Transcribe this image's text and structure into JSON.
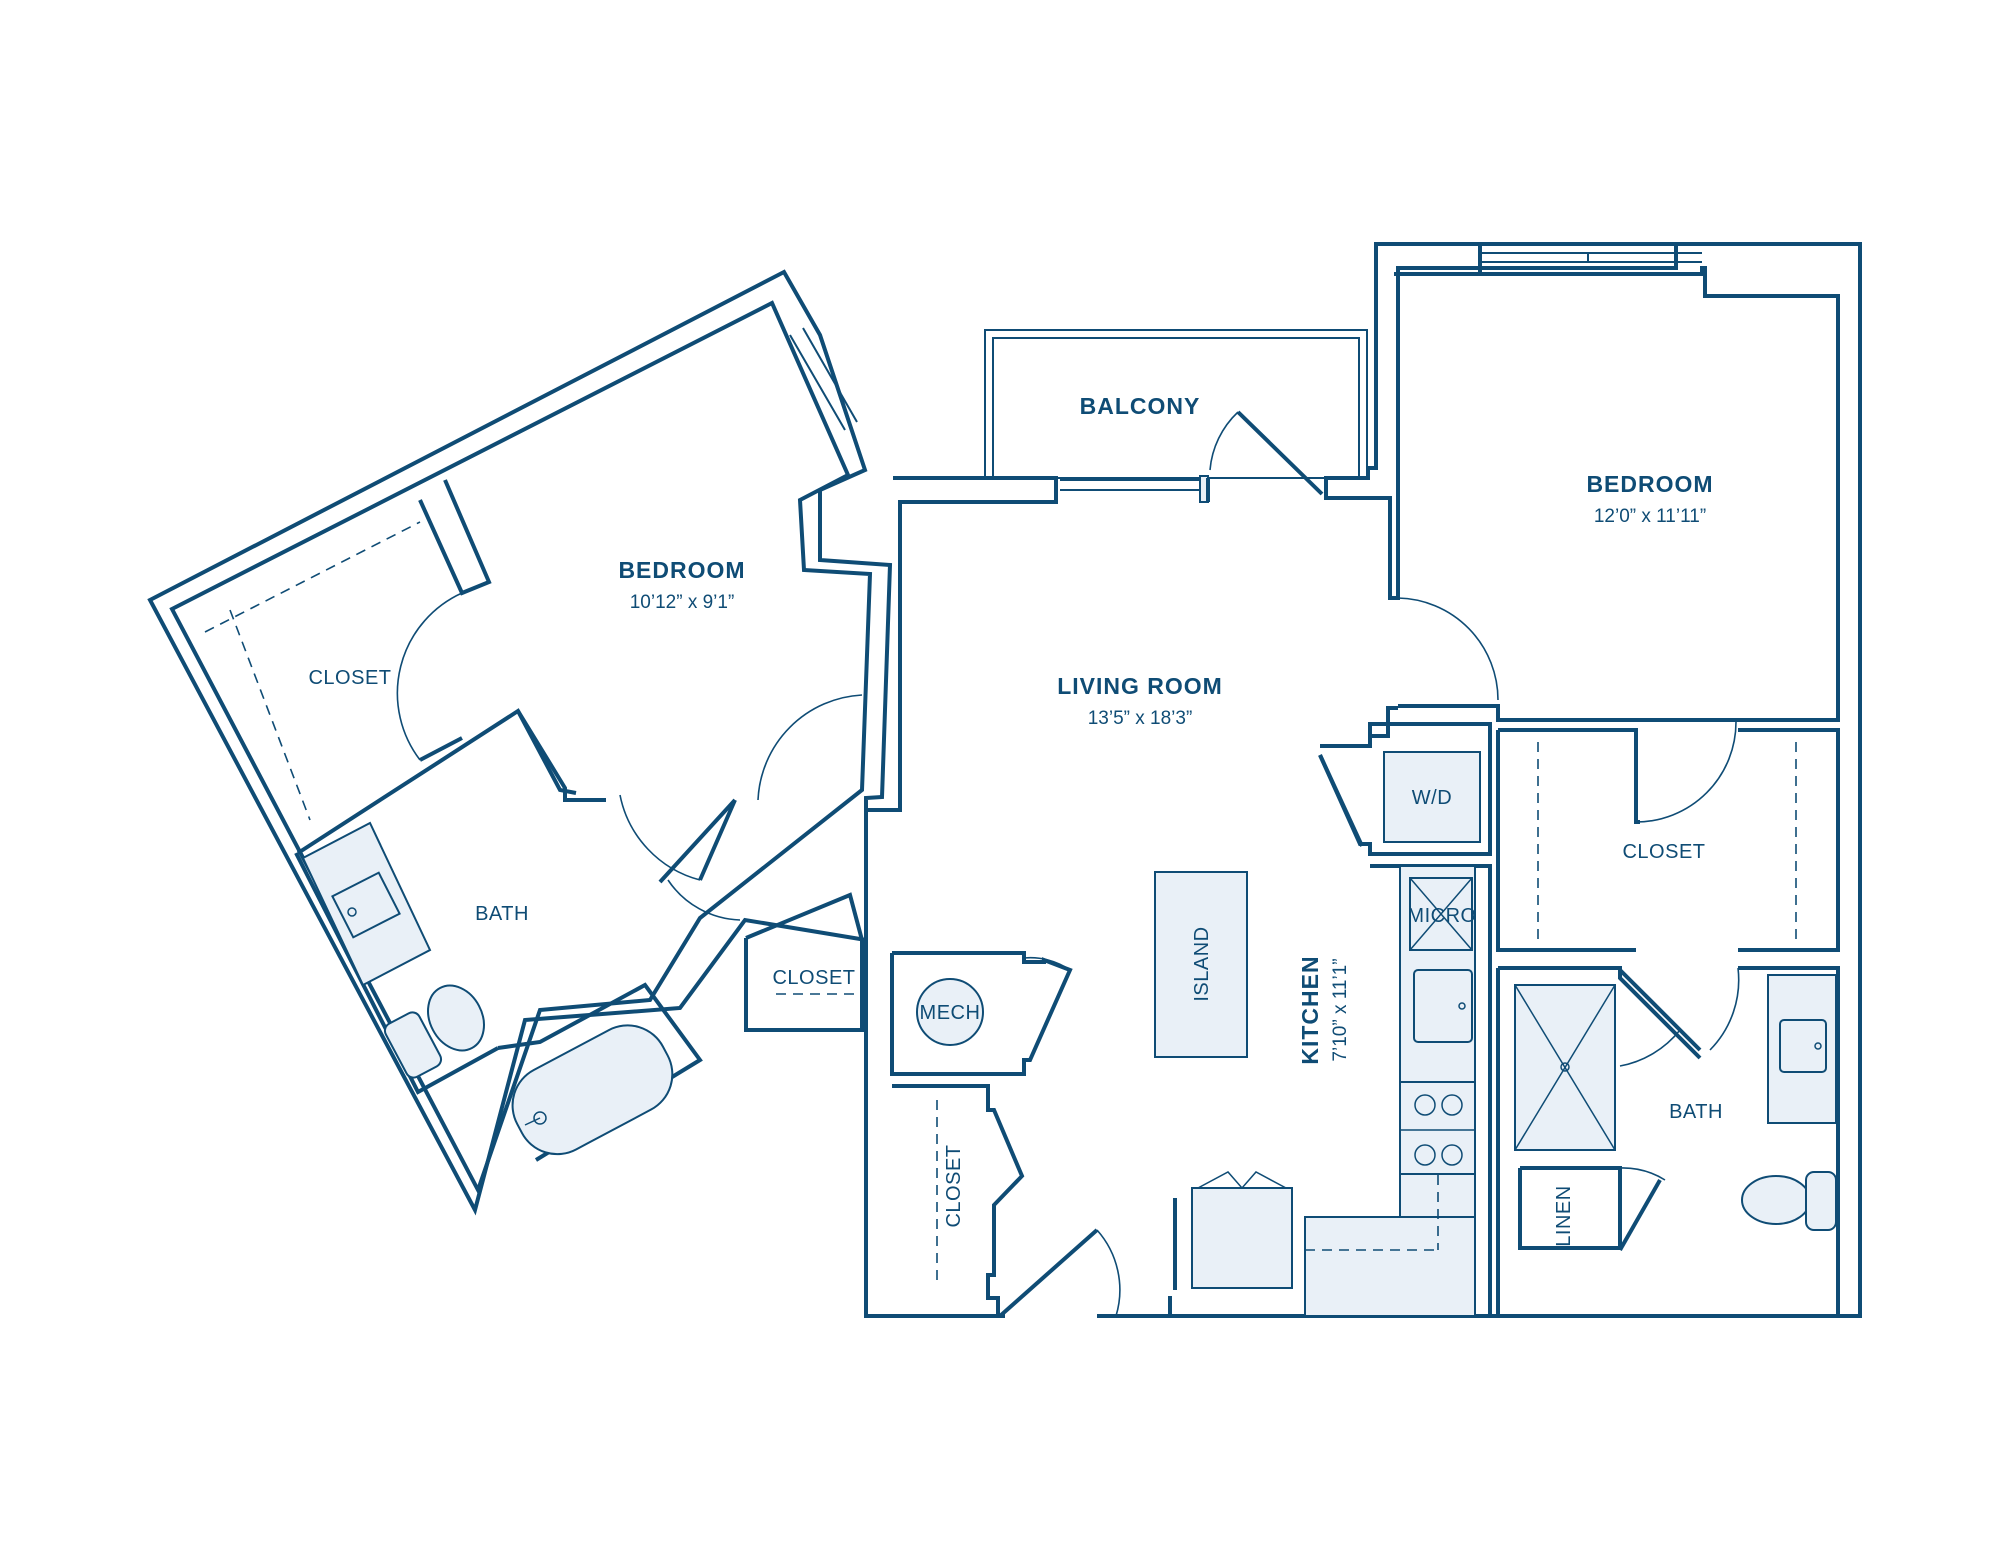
{
  "colors": {
    "line": "#0f4c75",
    "fixture_fill": "#e9f0f7",
    "background": "#ffffff"
  },
  "rooms": {
    "balcony": {
      "name": "BALCONY"
    },
    "bedroom_left": {
      "name": "BEDROOM",
      "dims": "10’12” x 9’1”"
    },
    "bedroom_right": {
      "name": "BEDROOM",
      "dims": "12’0” x 11’11”"
    },
    "living_room": {
      "name": "LIVING ROOM",
      "dims": "13’5” x 18’3”"
    },
    "kitchen": {
      "name": "KITCHEN",
      "dims": "7’10” x 11’1”"
    },
    "closet_left": {
      "name": "CLOSET"
    },
    "closet_right": {
      "name": "CLOSET"
    },
    "closet_hall": {
      "name": "CLOSET"
    },
    "closet_entry": {
      "name": "CLOSET"
    },
    "bath_left": {
      "name": "BATH"
    },
    "bath_right": {
      "name": "BATH"
    },
    "mech": {
      "name": "MECH"
    },
    "wd": {
      "name": "W/D"
    },
    "island": {
      "name": "ISLAND"
    },
    "micro": {
      "name": "MICRO"
    },
    "linen": {
      "name": "LINEN"
    }
  }
}
